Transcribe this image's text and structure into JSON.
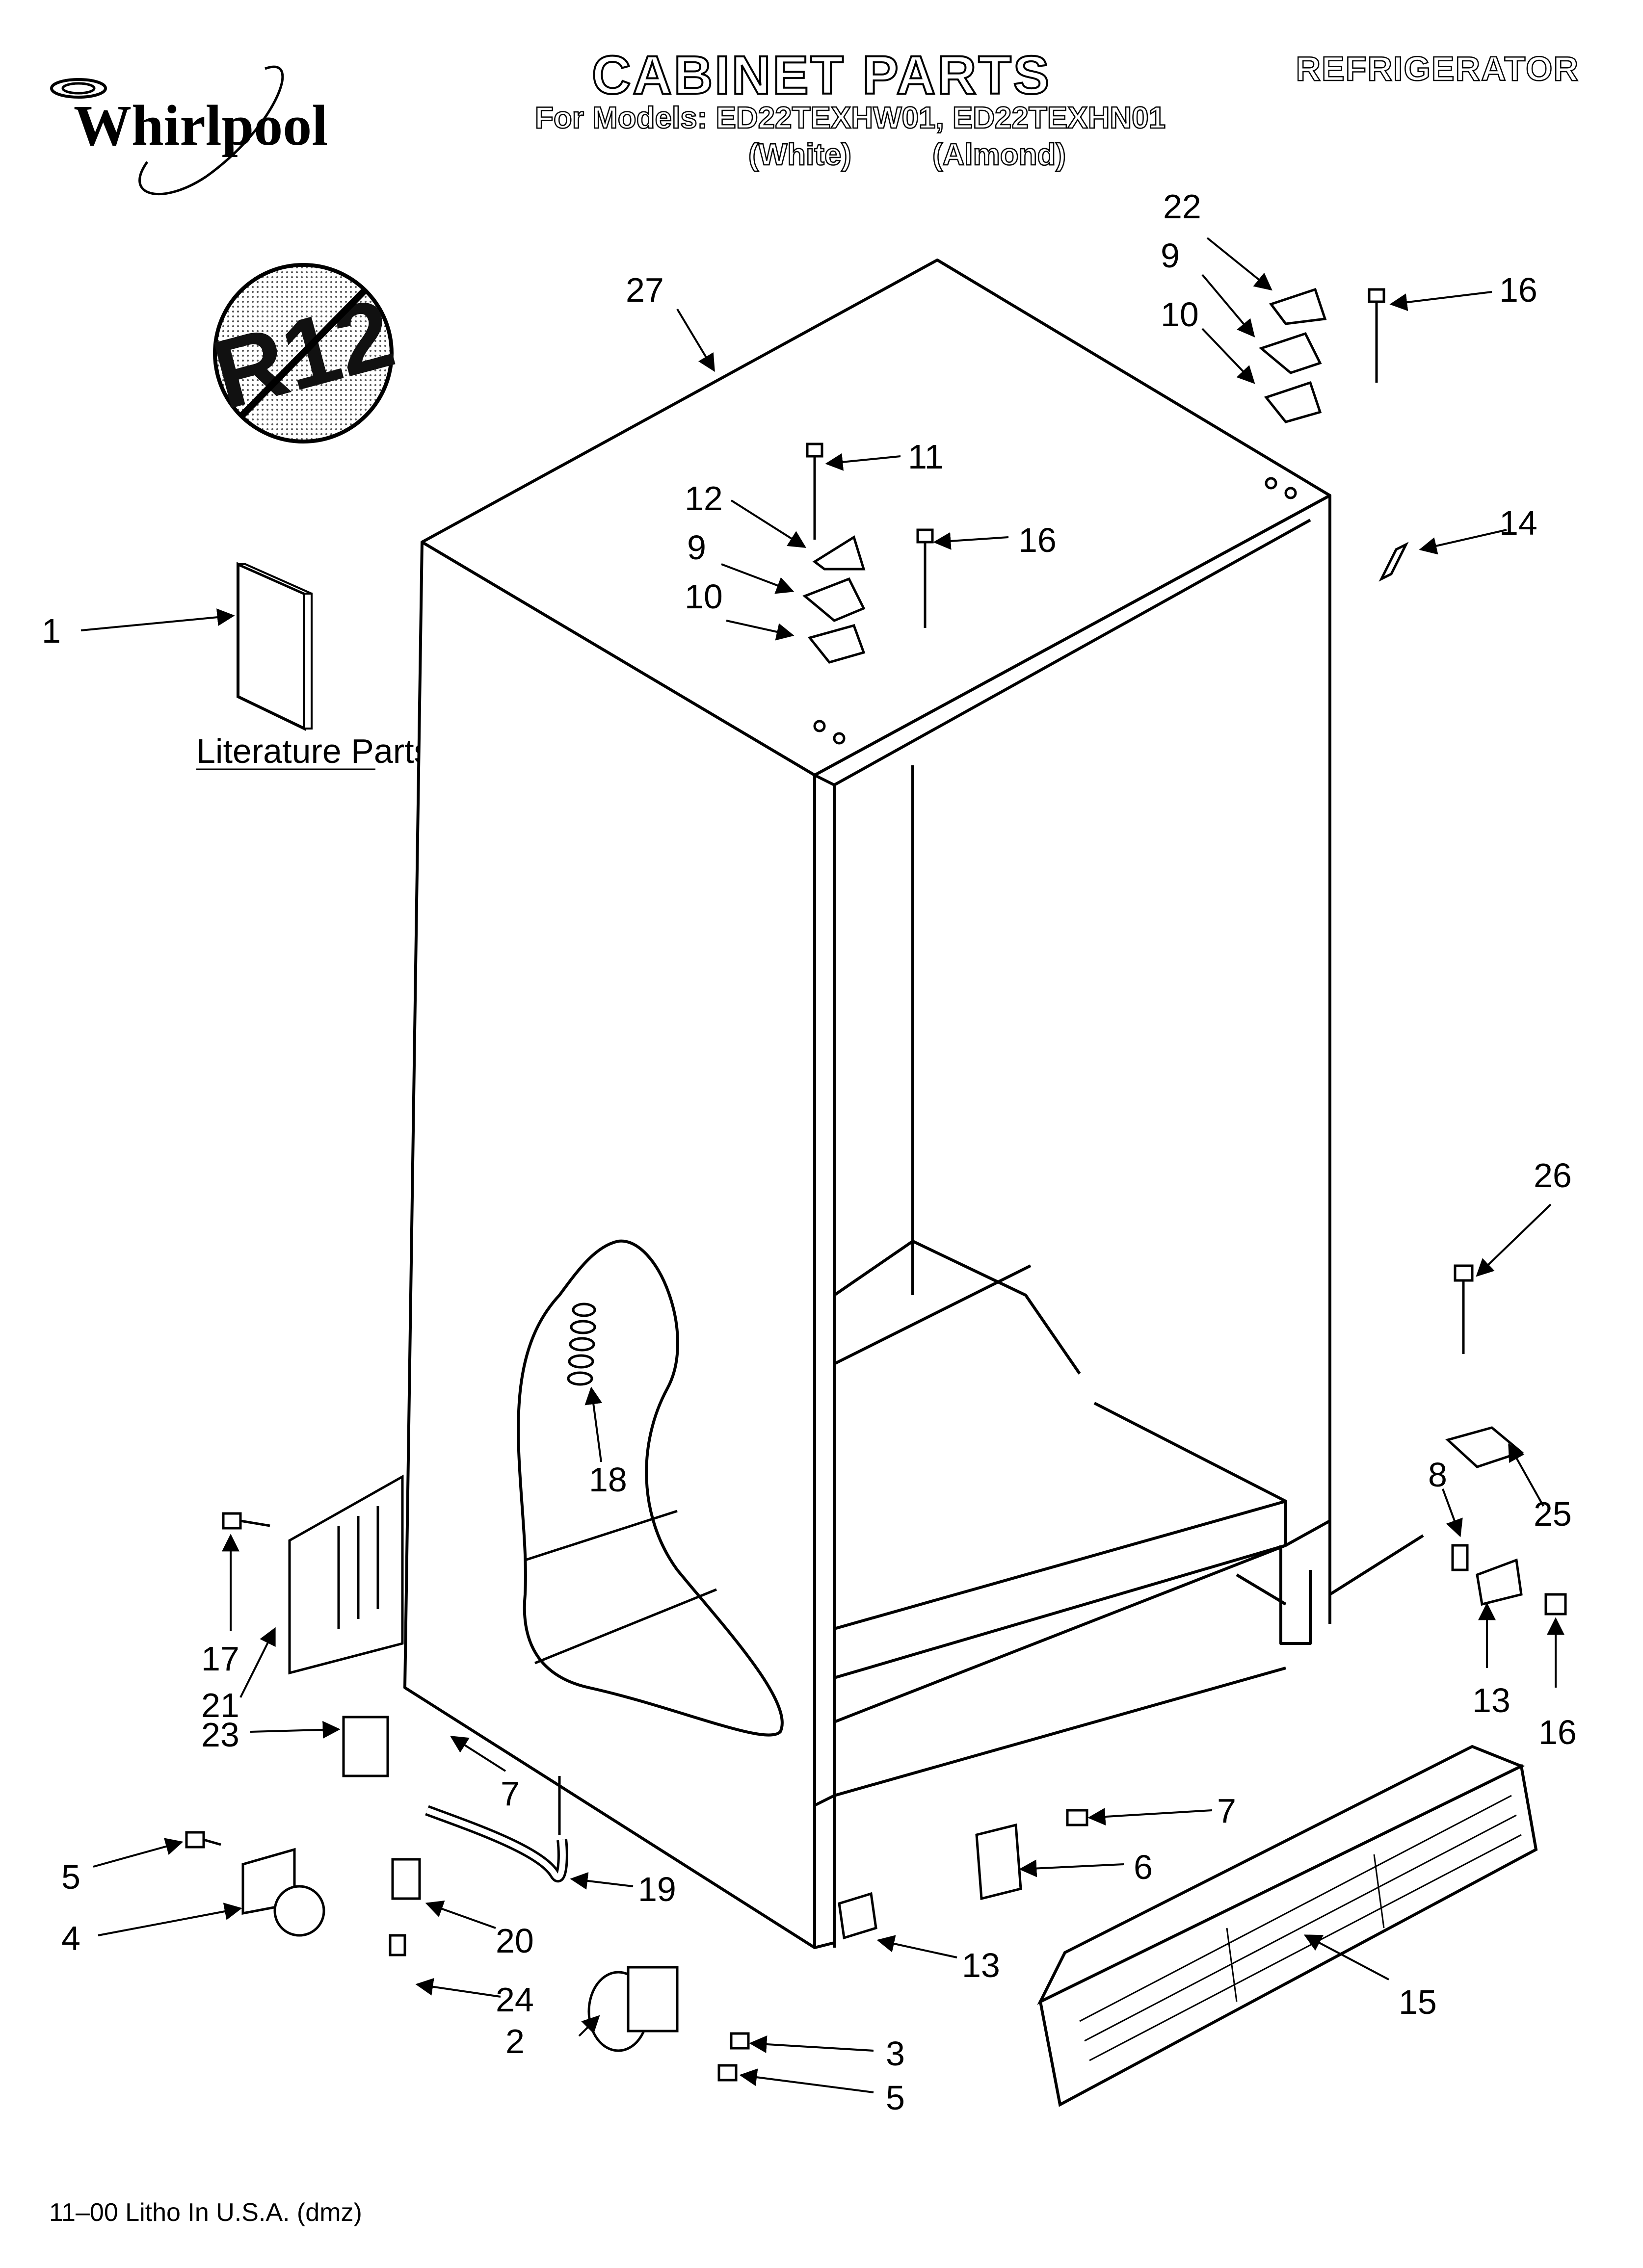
{
  "header": {
    "brand": "Whirlpool",
    "title": "CABINET PARTS",
    "models_line": "For Models: ED22TEXHW01, ED22TEXHN01",
    "variants": [
      "(White)",
      "(Almond)"
    ],
    "category": "REFRIGERATOR"
  },
  "badge": {
    "text": "R12"
  },
  "literature_label": "Literature Parts",
  "callouts": [
    {
      "label": "1"
    },
    {
      "label": "2"
    },
    {
      "label": "3"
    },
    {
      "label": "4"
    },
    {
      "label": "5"
    },
    {
      "label": "5"
    },
    {
      "label": "6"
    },
    {
      "label": "7"
    },
    {
      "label": "7"
    },
    {
      "label": "8"
    },
    {
      "label": "9"
    },
    {
      "label": "9"
    },
    {
      "label": "10"
    },
    {
      "label": "10"
    },
    {
      "label": "11"
    },
    {
      "label": "12"
    },
    {
      "label": "13"
    },
    {
      "label": "13"
    },
    {
      "label": "14"
    },
    {
      "label": "15"
    },
    {
      "label": "16"
    },
    {
      "label": "16"
    },
    {
      "label": "16"
    },
    {
      "label": "17"
    },
    {
      "label": "18"
    },
    {
      "label": "19"
    },
    {
      "label": "20"
    },
    {
      "label": "21"
    },
    {
      "label": "22"
    },
    {
      "label": "23"
    },
    {
      "label": "24"
    },
    {
      "label": "25"
    },
    {
      "label": "26"
    },
    {
      "label": "27"
    }
  ],
  "footer": {
    "text": "11–00 Litho In U.S.A. (dmz)"
  }
}
